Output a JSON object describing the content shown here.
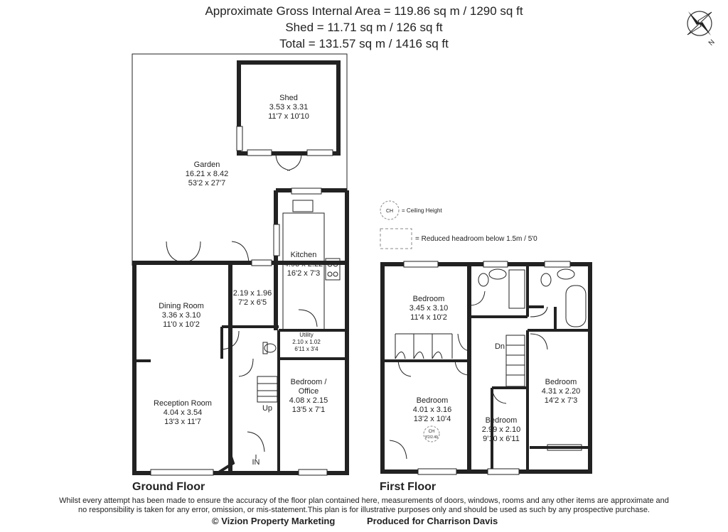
{
  "header": {
    "line1": "Approximate Gross Internal Area = 119.86 sq m / 1290 sq ft",
    "line2": "Shed = 11.71 sq m / 126 sq ft",
    "line3": "Total = 131.57 sq m / 1416 sq ft"
  },
  "compass": {
    "north_label": "N"
  },
  "legend": {
    "ch_symbol": "CH",
    "ch_text": "= Ceiling Height",
    "reduced_text": "= Reduced headroom below 1.5m / 5'0"
  },
  "ground_floor": {
    "title": "Ground Floor",
    "shed": {
      "name": "Shed",
      "metric": "3.53 x 3.31",
      "imperial": "11'7 x 10'10"
    },
    "garden": {
      "name": "Garden",
      "metric": "16.21 x 8.42",
      "imperial": "53'2 x 27'7"
    },
    "kitchen": {
      "name": "Kitchen",
      "metric": "4.93 x 2.22",
      "imperial": "16'2 x 7'3"
    },
    "hall": {
      "metric": "2.19 x 1.96",
      "imperial": "7'2 x 6'5"
    },
    "dining": {
      "name": "Dining Room",
      "metric": "3.36 x 3.10",
      "imperial": "11'0 x 10'2"
    },
    "utility": {
      "name": "Utility",
      "metric": "2.10 x 1.02",
      "imperial": "6'11 x 3'4"
    },
    "office": {
      "name1": "Bedroom /",
      "name2": "Office",
      "metric": "4.08 x 2.15",
      "imperial": "13'5 x 7'1"
    },
    "reception": {
      "name": "Reception Room",
      "metric": "4.04 x 3.54",
      "imperial": "13'3 x 11'7"
    },
    "up_label": "Up",
    "in_label": "IN"
  },
  "first_floor": {
    "title": "First Floor",
    "bed1": {
      "name": "Bedroom",
      "metric": "3.45 x 3.10",
      "imperial": "11'4 x 10'2"
    },
    "bed2": {
      "name": "Bedroom",
      "metric": "4.01 x 3.16",
      "imperial": "13'2 x 10'4"
    },
    "bed3": {
      "name": "Bedroom",
      "metric": "2.99 x 2.10",
      "imperial": "9'10 x 6'11"
    },
    "bed4": {
      "name": "Bedroom",
      "metric": "4.31 x 2.20",
      "imperial": "14'2 x 7'3"
    },
    "dn_label": "Dn",
    "ch_marker": "CH",
    "ch_value": "8'2/2.49"
  },
  "disclaimer": {
    "line1": "Whilst every attempt has been made to ensure the accuracy of the floor plan contained here, measurements of doors, windows, rooms and any other items are approximate and",
    "line2": "no responsibility is taken for any error, omission, or mis-statement.This plan is for illustrative purposes only and should be used as such by any prospective purchase."
  },
  "footer": {
    "copyright": "© Vizion Property Marketing",
    "produced": "Produced for Charrison Davis"
  }
}
